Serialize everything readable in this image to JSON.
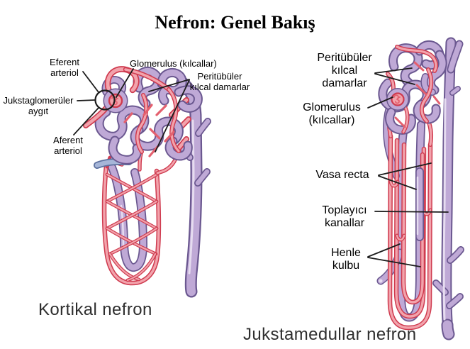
{
  "title": "Nefron: Genel Bakış",
  "left_diagram": {
    "caption": "Kortikal nefron",
    "labels": {
      "eferent_arteriol": {
        "line1": "Eferent",
        "line2": "arteriol"
      },
      "glomerulus": {
        "line1": "Glomerulus (kılcallar)"
      },
      "jukstaglomeruler_aygit": {
        "line1": "Jukstaglomerüler",
        "line2": "aygıt"
      },
      "aferent_arteriol": {
        "line1": "Aferent",
        "line2": "arteriol"
      },
      "peritubuler_kilcal_damarlar": {
        "line1": "Peritübüler",
        "line2": "kılcal damarlar"
      }
    }
  },
  "right_diagram": {
    "caption": "Jukstamedullar nefron",
    "labels": {
      "peritubuler_kilcal_damarlar": {
        "line1": "Peritübüler",
        "line2": "kılcal",
        "line3": "damarlar"
      },
      "glomerulus": {
        "line1": "Glomerulus",
        "line2": "(kılcallar)"
      },
      "vasa_recta": {
        "line1": "Vasa recta"
      },
      "toplayici_kanallar": {
        "line1": "Toplayıcı",
        "line2": "kanallar"
      },
      "henle_kulbu": {
        "line1": "Henle",
        "line2": "kulbu"
      }
    }
  },
  "colors": {
    "tubule_fill": "#bfa9d6",
    "tubule_outline": "#6b5890",
    "tubule_highlight": "#e6dcf0",
    "vessel_red_outline": "#cf3b4f",
    "vessel_red_fill": "#f2a3ac",
    "vessel_red_solid": "#e4606e",
    "vessel_blue_outline": "#5b6f9e",
    "vessel_blue_fill": "#a6b6d8",
    "annotation_black": "#1c1c1c",
    "background": "#ffffff"
  }
}
